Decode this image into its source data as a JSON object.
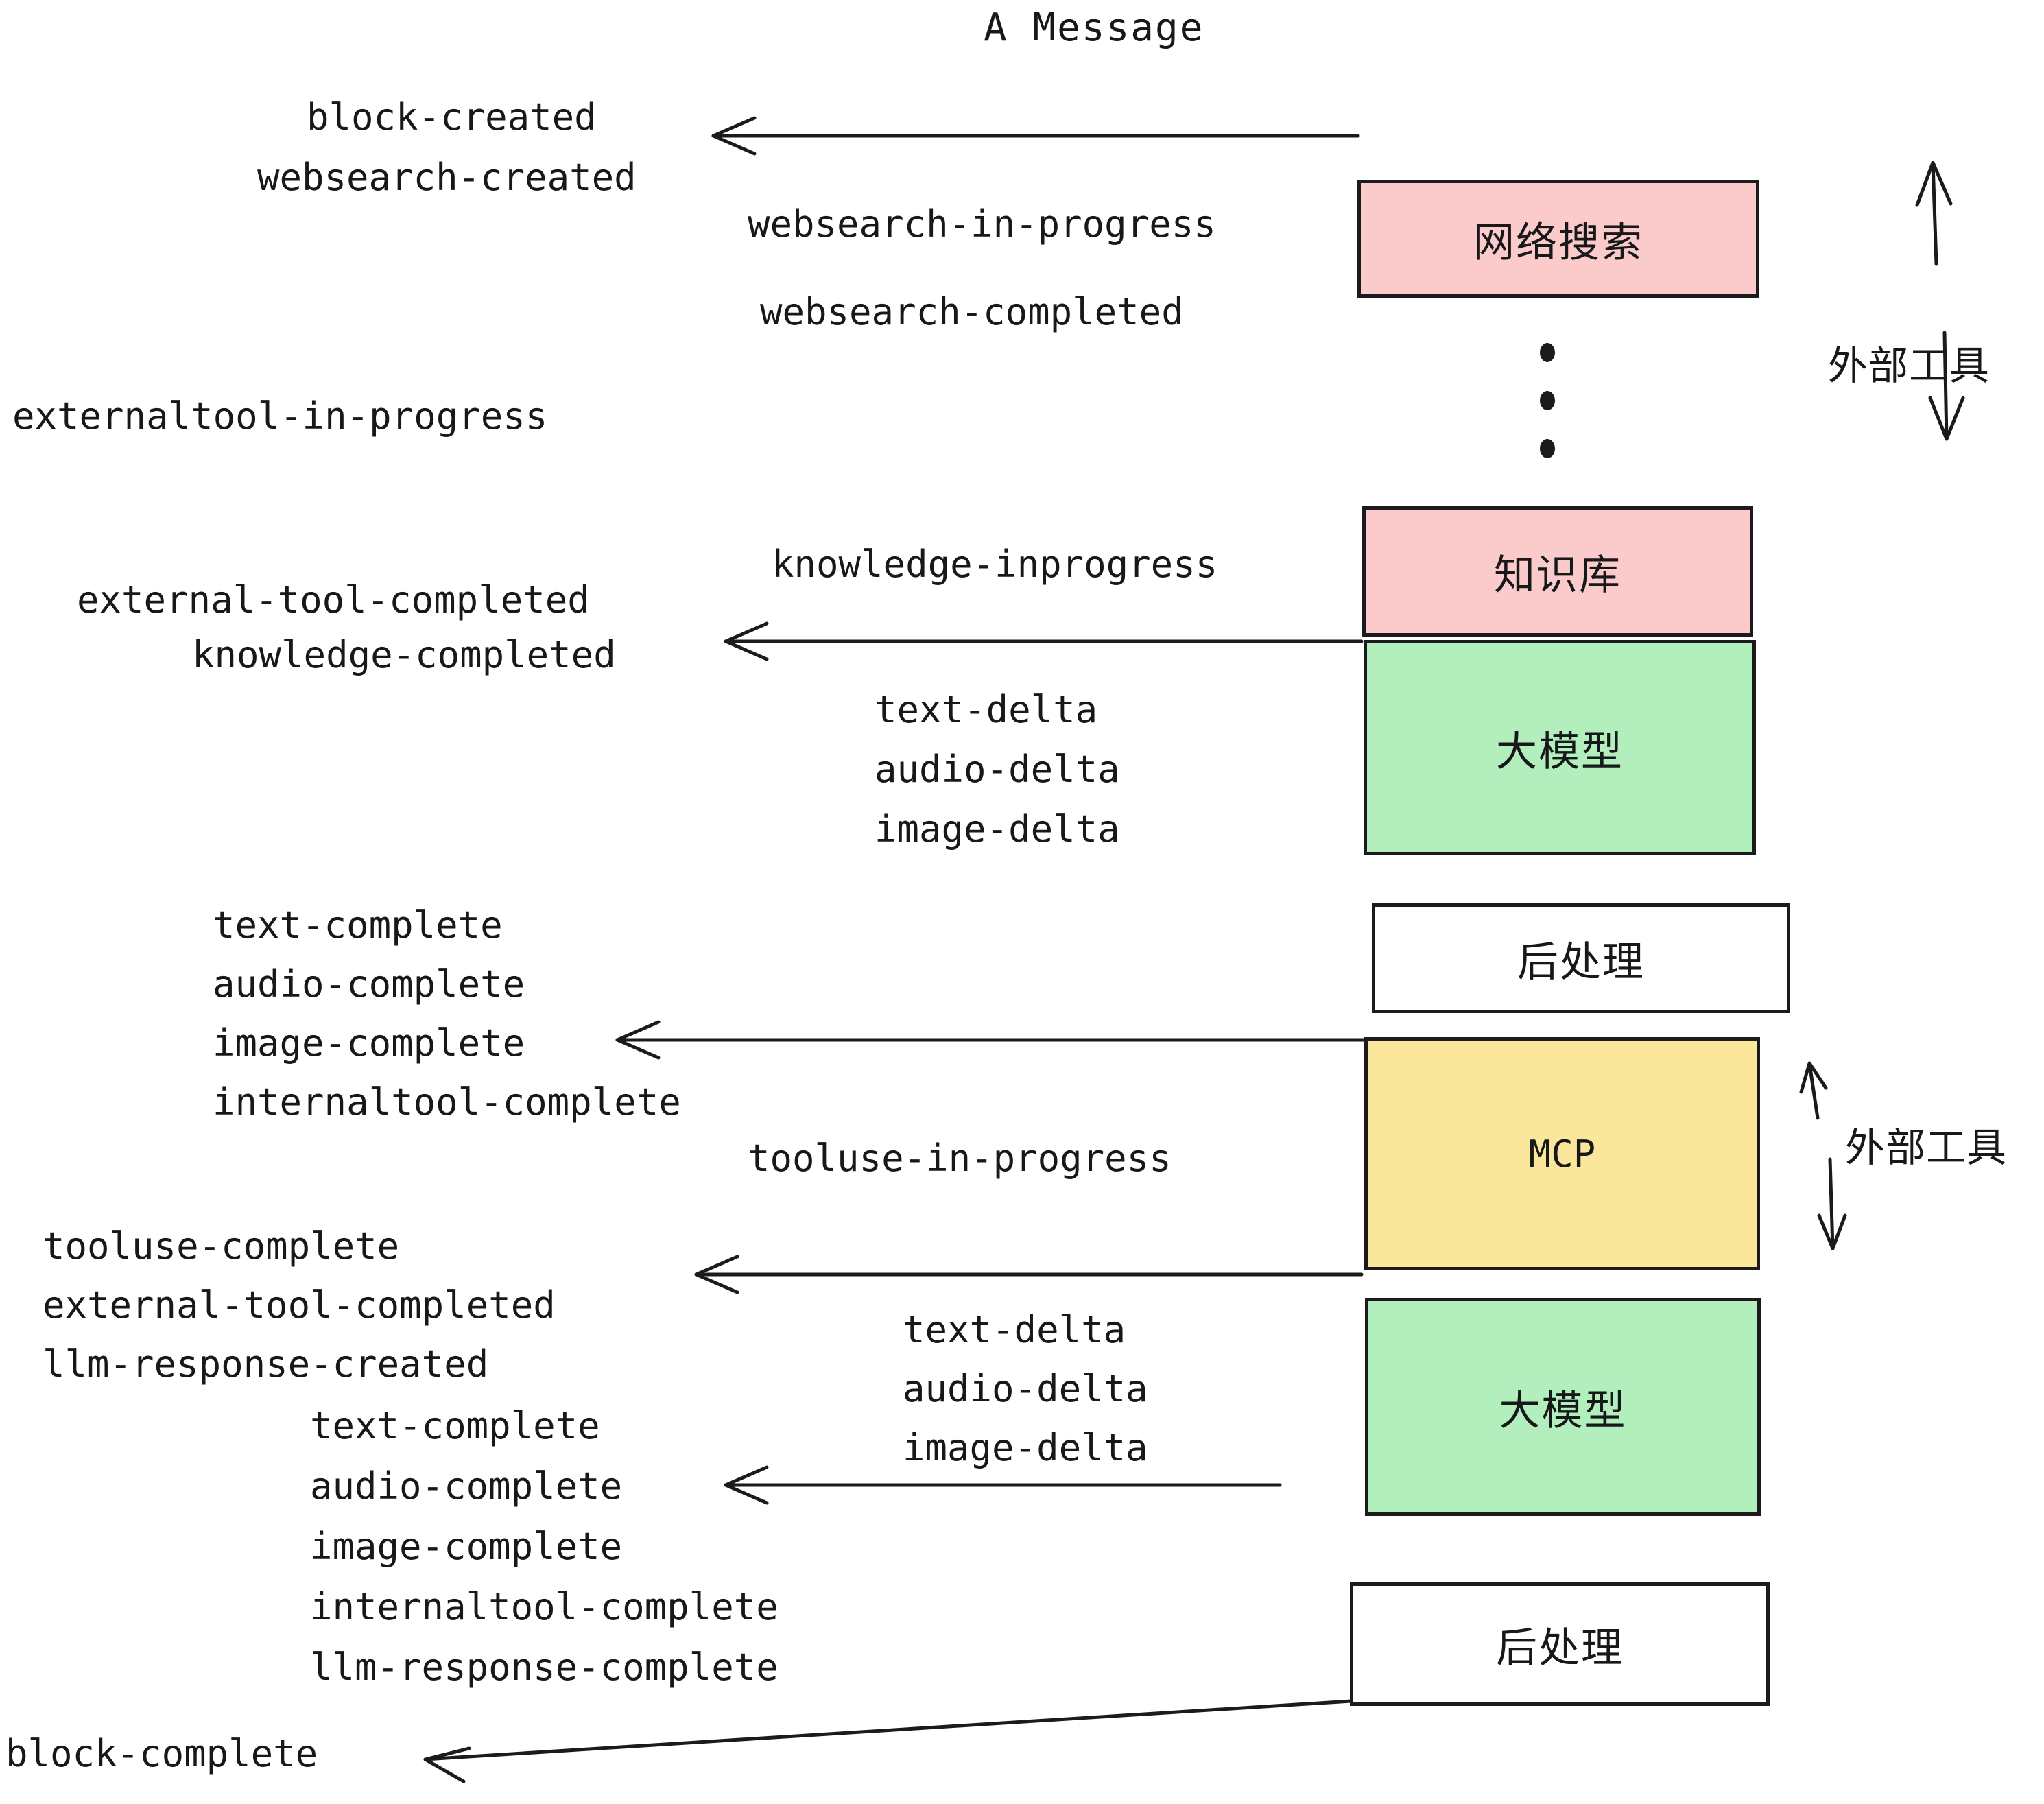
{
  "diagram": {
    "title": "A Message",
    "colors": {
      "pink": "#FBCBCB",
      "green": "#B2EFBC",
      "yellow": "#FBE79C",
      "white": "#FFFFFF",
      "stroke": "#1B1B1D",
      "text": "#16181A"
    },
    "nodes": [
      {
        "id": "websearch",
        "label": "网络搜索",
        "fill": "pink",
        "mono": false
      },
      {
        "id": "knowledge",
        "label": "知识库",
        "fill": "pink",
        "mono": false
      },
      {
        "id": "llm-1",
        "label": "大模型",
        "fill": "green",
        "mono": false
      },
      {
        "id": "postprocess-1",
        "label": "后处理",
        "fill": "white",
        "mono": false
      },
      {
        "id": "mcp",
        "label": "MCP",
        "fill": "yellow",
        "mono": true
      },
      {
        "id": "llm-2",
        "label": "大模型",
        "fill": "green",
        "mono": false
      },
      {
        "id": "postprocess-2",
        "label": "后处理",
        "fill": "white",
        "mono": false
      }
    ],
    "side_labels": [
      {
        "id": "external-tools-top",
        "text": "外部工具"
      },
      {
        "id": "external-tools-bottom",
        "text": "外部工具"
      }
    ],
    "events": {
      "block_created": "block-created",
      "websearch_created": "websearch-created",
      "websearch_in_progress": "websearch-in-progress",
      "websearch_completed": "websearch-completed",
      "externaltool_in_progress": "externaltool-in-progress",
      "knowledge_inprogress": "knowledge-inprogress",
      "external_tool_completed_1": "external-tool-completed",
      "knowledge_completed": "knowledge-completed",
      "text_delta_1": "text-delta",
      "audio_delta_1": "audio-delta",
      "image_delta_1": "image-delta",
      "text_complete_1": "text-complete",
      "audio_complete_1": "audio-complete",
      "image_complete_1": "image-complete",
      "internaltool_complete_1": "internaltool-complete",
      "tooluse_in_progress": "tooluse-in-progress",
      "tooluse_complete": "tooluse-complete",
      "external_tool_completed_2": "external-tool-completed",
      "llm_response_created": "llm-response-created",
      "text_delta_2": "text-delta",
      "audio_delta_2": "audio-delta",
      "image_delta_2": "image-delta",
      "text_complete_2": "text-complete",
      "audio_complete_2": "audio-complete",
      "image_complete_2": "image-complete",
      "internaltool_complete_2": "internaltool-complete",
      "llm_response_complete": "llm-response-complete",
      "block_complete": "block-complete"
    }
  }
}
